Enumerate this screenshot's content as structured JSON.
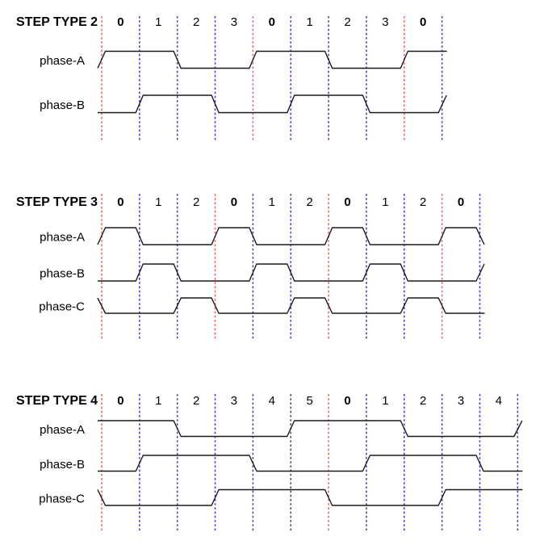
{
  "colors": {
    "red": "#ee6666",
    "blue": "#4444cc",
    "black": "#4d4d4d",
    "wave": "#1a1a1a",
    "text": "#000000",
    "background": "#ffffff"
  },
  "sections": [
    {
      "title": "STEP TYPE 2",
      "steps": [
        {
          "label": "0",
          "bold": true
        },
        {
          "label": "1",
          "bold": false
        },
        {
          "label": "2",
          "bold": false
        },
        {
          "label": "3",
          "bold": false
        },
        {
          "label": "0",
          "bold": true
        },
        {
          "label": "1",
          "bold": false
        },
        {
          "label": "2",
          "bold": false
        },
        {
          "label": "3",
          "bold": false
        },
        {
          "label": "0",
          "bold": true
        }
      ],
      "boundary_line_colors": [
        "red",
        "blue",
        "blue",
        "blue",
        "red",
        "blue",
        "blue",
        "blue",
        "red",
        "blue"
      ],
      "phases": [
        {
          "name": "phase-A",
          "pre": 0,
          "post": 1,
          "bits": [
            1,
            1,
            0,
            0,
            1,
            1,
            0,
            0,
            1
          ]
        },
        {
          "name": "phase-B",
          "pre": 0,
          "post": 1,
          "bits": [
            0,
            1,
            1,
            0,
            0,
            1,
            1,
            0,
            0
          ]
        }
      ]
    },
    {
      "title": "STEP TYPE 3",
      "steps": [
        {
          "label": "0",
          "bold": true
        },
        {
          "label": "1",
          "bold": false
        },
        {
          "label": "2",
          "bold": false
        },
        {
          "label": "0",
          "bold": true
        },
        {
          "label": "1",
          "bold": false
        },
        {
          "label": "2",
          "bold": false
        },
        {
          "label": "0",
          "bold": true
        },
        {
          "label": "1",
          "bold": false
        },
        {
          "label": "2",
          "bold": false
        },
        {
          "label": "0",
          "bold": true
        }
      ],
      "boundary_line_colors": [
        "red",
        "blue",
        "blue",
        "red",
        "blue",
        "blue",
        "red",
        "blue",
        "blue",
        "red",
        "blue"
      ],
      "phases": [
        {
          "name": "phase-A",
          "pre": 0,
          "post": 0,
          "bits": [
            1,
            0,
            0,
            1,
            0,
            0,
            1,
            0,
            0,
            1
          ]
        },
        {
          "name": "phase-B",
          "pre": 0,
          "post": 1,
          "bits": [
            0,
            1,
            0,
            0,
            1,
            0,
            0,
            1,
            0,
            0
          ]
        },
        {
          "name": "phase-C",
          "pre": 1,
          "post": 0,
          "bits": [
            0,
            0,
            1,
            0,
            0,
            1,
            0,
            0,
            1,
            0
          ]
        }
      ]
    },
    {
      "title": "STEP TYPE 4",
      "steps": [
        {
          "label": "0",
          "bold": true
        },
        {
          "label": "1",
          "bold": false
        },
        {
          "label": "2",
          "bold": false
        },
        {
          "label": "3",
          "bold": false
        },
        {
          "label": "4",
          "bold": false
        },
        {
          "label": "5",
          "bold": false
        },
        {
          "label": "0",
          "bold": true
        },
        {
          "label": "1",
          "bold": false
        },
        {
          "label": "2",
          "bold": false
        },
        {
          "label": "3",
          "bold": false
        },
        {
          "label": "4",
          "bold": false
        }
      ],
      "boundary_line_colors": [
        "red",
        "blue",
        "blue",
        "blue",
        "blue",
        "black",
        "red",
        "blue",
        "blue",
        "blue",
        "blue",
        "blue"
      ],
      "phases": [
        {
          "name": "phase-A",
          "pre": 1,
          "post": 1,
          "bits": [
            1,
            1,
            0,
            0,
            0,
            1,
            1,
            1,
            0,
            0,
            0
          ]
        },
        {
          "name": "phase-B",
          "pre": 0,
          "post": 0,
          "bits": [
            0,
            1,
            1,
            1,
            0,
            0,
            0,
            1,
            1,
            1,
            0
          ]
        },
        {
          "name": "phase-C",
          "pre": 1,
          "post": 1,
          "bits": [
            0,
            0,
            0,
            1,
            1,
            1,
            0,
            0,
            0,
            1,
            1
          ]
        }
      ]
    }
  ]
}
